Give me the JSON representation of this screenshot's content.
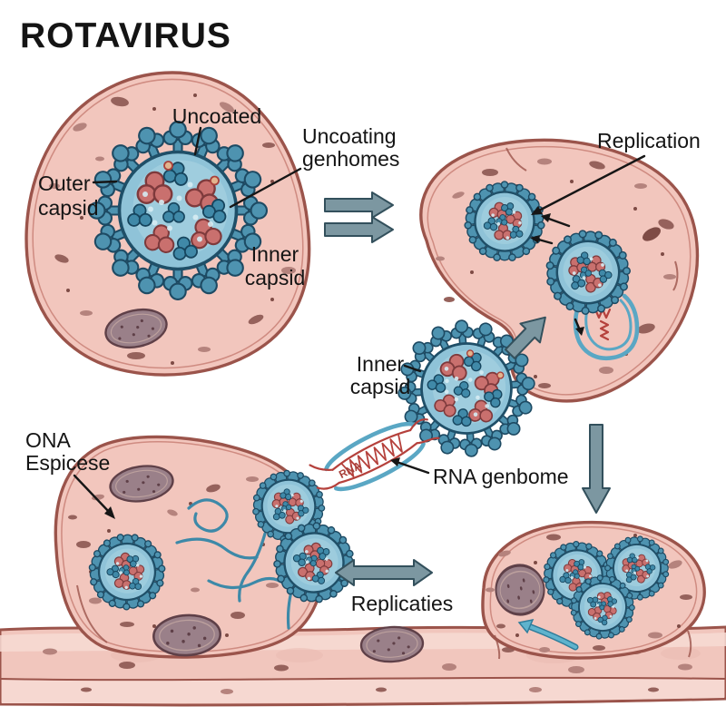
{
  "title": "ROTAVIRUS",
  "labels": {
    "uncoated": "Uncoated",
    "uncoating": [
      "Uncoating",
      "genhomes"
    ],
    "outer_capsid": [
      "Outer",
      "capsid"
    ],
    "inner_capsid_top": [
      "Inner",
      "capsid"
    ],
    "replication": "Replication",
    "inner_capsid_mid": [
      "Inner",
      "capsid"
    ],
    "rna_genome": "RNA genbome",
    "rna": "RNA",
    "dna_espicese": [
      "ONA",
      "Espicese"
    ],
    "replicaties": "Replicaties"
  },
  "colors": {
    "background": "#ffffff",
    "cell_fill": "#f2c6bd",
    "cell_outline": "#9b544b",
    "virus_body": "#8fc3d8",
    "virus_outline": "#1f4f68",
    "virus_spike": "#4e93b0",
    "inner_blob_red": "#c9706e",
    "inner_blob_blue": "#4089a8",
    "nucleus_fill": "#9a8089",
    "arrow_gray": "#7c97a1",
    "rna_red": "#b5413c",
    "rna_blue": "#5aa7c4",
    "text": "#141414"
  }
}
